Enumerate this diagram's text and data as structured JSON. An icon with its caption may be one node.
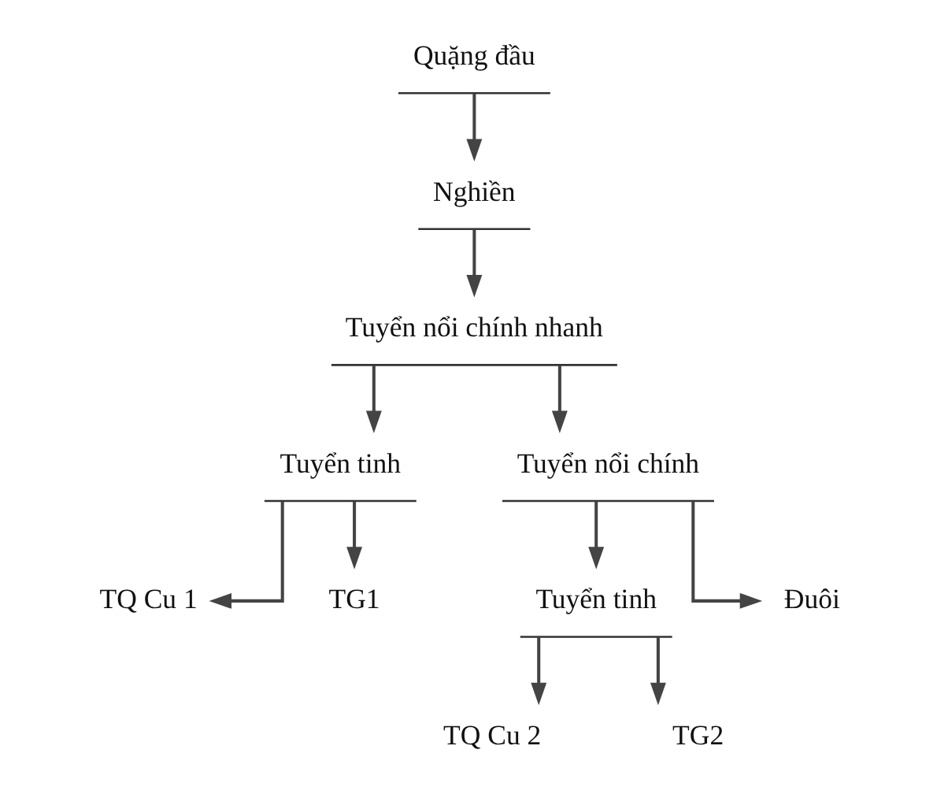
{
  "diagram": {
    "nodes": [
      {
        "text": [
          "Quặng đầu"
        ]
      },
      {
        "text": [
          "Nghiền"
        ]
      },
      {
        "text": [
          "Tuyển nổi chính nhanh"
        ]
      },
      {
        "text": [
          "Tuyển tinh"
        ]
      },
      {
        "text": [
          "Tuyển nổi chính"
        ]
      },
      {
        "text": [
          "TQ Cu 1"
        ]
      },
      {
        "text": [
          "TG1"
        ]
      },
      {
        "text": [
          "Tuyển tinh"
        ]
      },
      {
        "text": [
          "Đuôi"
        ]
      },
      {
        "text": [
          "TQ Cu 2"
        ]
      },
      {
        "text": [
          "TG2"
        ]
      }
    ],
    "edges": [
      {
        "from": 0,
        "to": 1,
        "arrow": "to"
      },
      {
        "from": 1,
        "to": 2,
        "arrow": "to"
      },
      {
        "from": 2,
        "to": 3,
        "arrow": "to"
      },
      {
        "from": 2,
        "to": 4,
        "arrow": "to"
      },
      {
        "from": 3,
        "to": 5,
        "arrow": "to"
      },
      {
        "from": 3,
        "to": 6,
        "arrow": "to"
      },
      {
        "from": 4,
        "to": 7,
        "arrow": "to"
      },
      {
        "from": 4,
        "to": 8,
        "arrow": "to"
      },
      {
        "from": 7,
        "to": 9,
        "arrow": "to"
      },
      {
        "from": 7,
        "to": 10,
        "arrow": "to"
      }
    ]
  }
}
